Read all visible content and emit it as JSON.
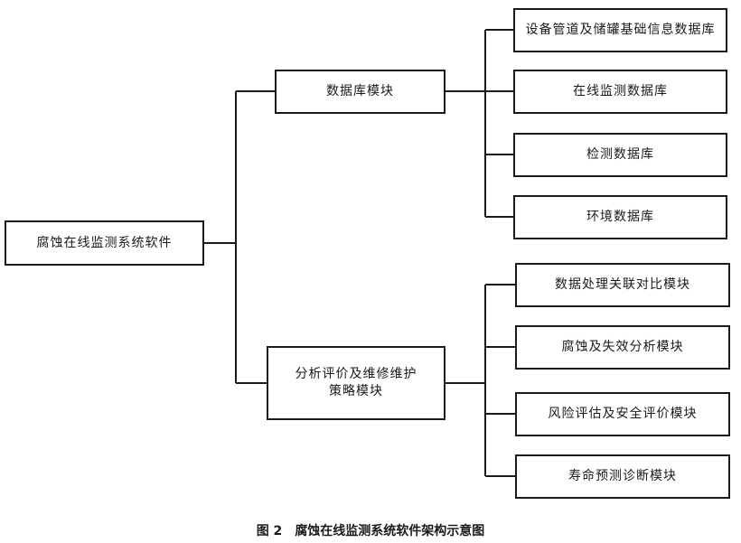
{
  "diagram": {
    "root": "腐蚀在线监测系统软件",
    "modules": [
      {
        "label_lines": [
          "数据库模块"
        ],
        "children": [
          "设备管道及储罐基础信息数据库",
          "在线监测数据库",
          "检测数据库",
          "环境数据库"
        ]
      },
      {
        "label_lines": [
          "分析评价及维修维护",
          "策略模块"
        ],
        "children": [
          "数据处理关联对比模块",
          "腐蚀及失效分析模块",
          "风险评估及安全评价模块",
          "寿命预测诊断模块"
        ]
      }
    ]
  },
  "caption": {
    "number": "图 2",
    "title": "腐蚀在线监测系统软件架构示意图"
  }
}
